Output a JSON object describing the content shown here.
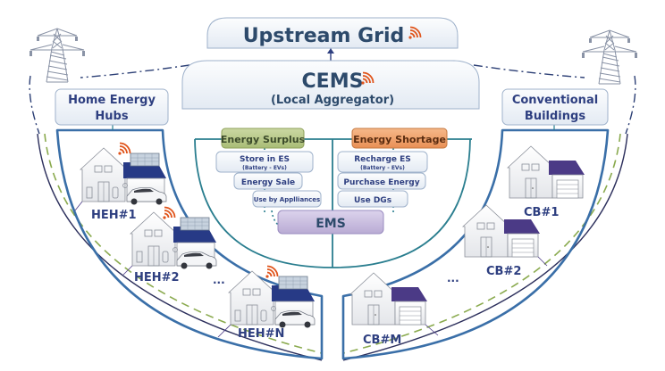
{
  "top": {
    "upstream_grid": "Upstream Grid",
    "cems_title": "CEMS",
    "cems_subtitle": "(Local Aggregator)"
  },
  "groups": {
    "left_title": "Home Energy\nHubs",
    "left_title_line1": "Home Energy",
    "left_title_line2": "Hubs",
    "right_title_line1": "Conventional",
    "right_title_line2": "Buildings"
  },
  "ems": {
    "label": "EMS",
    "surplus": {
      "title": "Energy Surplus",
      "items": [
        {
          "label": "Store in ES",
          "sub": "(Battery - EVs)"
        },
        {
          "label": "Energy Sale",
          "sub": ""
        },
        {
          "label": "Use by Applliances",
          "sub": ""
        }
      ]
    },
    "shortage": {
      "title": "Energy Shortage",
      "items": [
        {
          "label": "Recharge ES",
          "sub": "(Battery - EVs)"
        },
        {
          "label": "Purchase Energy",
          "sub": ""
        },
        {
          "label": "Use DGs",
          "sub": ""
        }
      ]
    }
  },
  "homes": [
    {
      "label": "HEH#1"
    },
    {
      "label": "HEH#2"
    },
    {
      "label": "HEH#N"
    }
  ],
  "buildings": [
    {
      "label": "CB#1"
    },
    {
      "label": "CB#2"
    },
    {
      "label": "CB#M"
    }
  ],
  "ellipsis": "...",
  "icons": {
    "wireless": "wifi-signal-icon",
    "tower": "power-transmission-tower-icon",
    "home": "smart-home-with-solar-ev-icon",
    "building": "conventional-building-icon"
  },
  "colors": {
    "title_text": "#2d4a6b",
    "label_text": "#2e3f80",
    "wireless": "#e0541b",
    "surplus_fill": "#b8c98a",
    "shortage_fill": "#f0a36d",
    "ems_fill": "#c9bedf",
    "teal_arc": "#2a7e8f",
    "blue_border": "#3a6fa8",
    "dash_green": "#8aaa4e",
    "dark_line": "#2c2f5c",
    "roof_purple": "#4b3a86",
    "roof_navy": "#273a86"
  }
}
